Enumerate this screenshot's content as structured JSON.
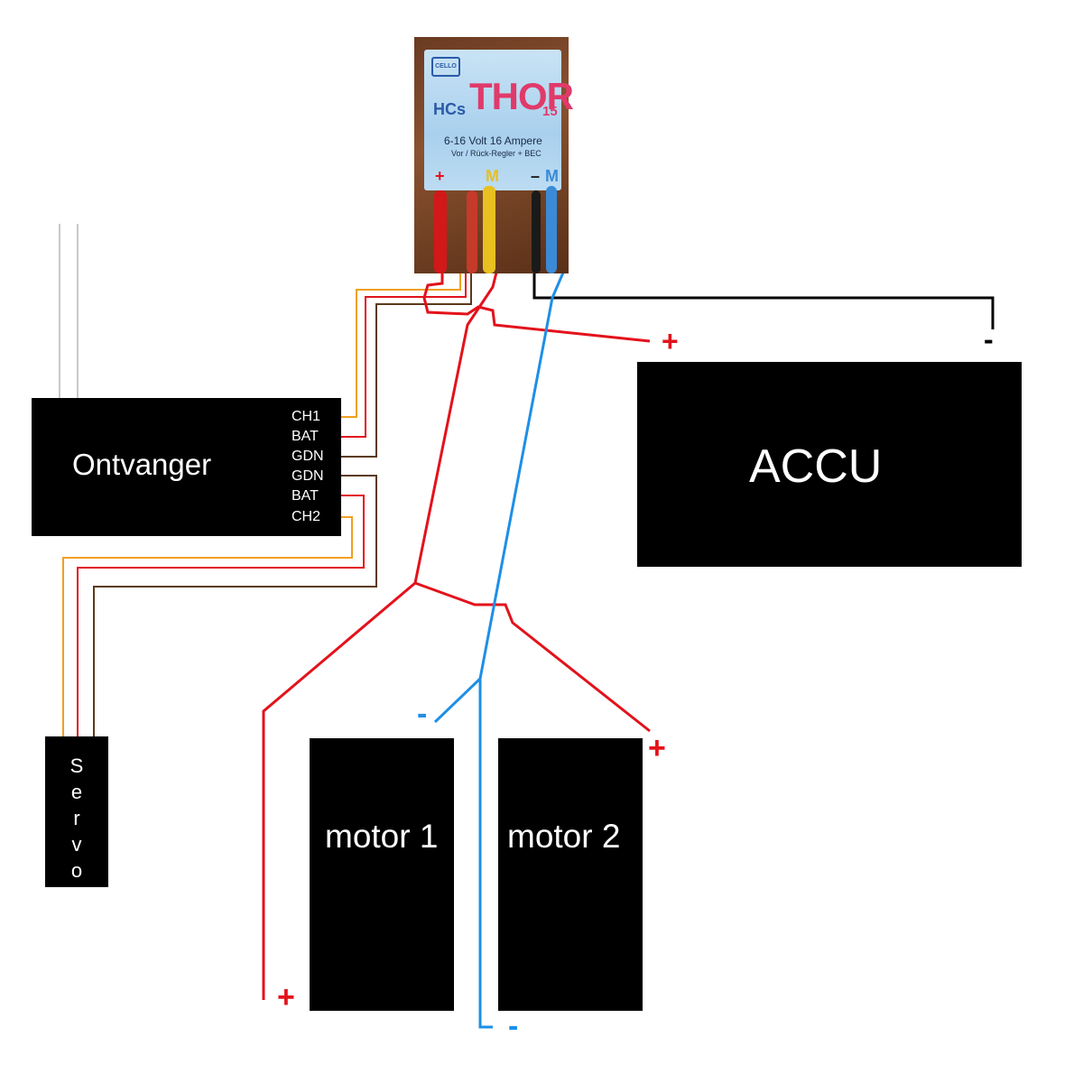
{
  "esc": {
    "brand": "HCs",
    "model": "THOR",
    "model_number": "15",
    "spec": "6-16 Volt  16 Ampere",
    "subtitle": "Vor / Rück-Regler + BEC",
    "logo": "CELLO",
    "terminal_plus": "+",
    "terminal_m": "M",
    "terminal_minus": "–",
    "terminal_m2": "M"
  },
  "receiver": {
    "label": "Ontvanger",
    "pins": [
      "CH1",
      "BAT",
      "GDN",
      "GDN",
      "BAT",
      "CH2"
    ]
  },
  "battery": {
    "label": "ACCU",
    "plus": "+",
    "minus": "-"
  },
  "servo": {
    "letters": [
      "S",
      "e",
      "r",
      "v",
      "o"
    ]
  },
  "motor1": {
    "label": "motor 1",
    "plus": "+",
    "minus": "-"
  },
  "motor2": {
    "label": "motor 2",
    "plus": "+",
    "minus": "-"
  },
  "colors": {
    "red_wire": "#e3121b",
    "blue_wire": "#1e8fe6",
    "orange_wire": "#f0a020",
    "brown_wire": "#5a3a1a",
    "black_wire": "#000000",
    "antenna": "#c8c8c8",
    "box_fill": "#000000"
  }
}
